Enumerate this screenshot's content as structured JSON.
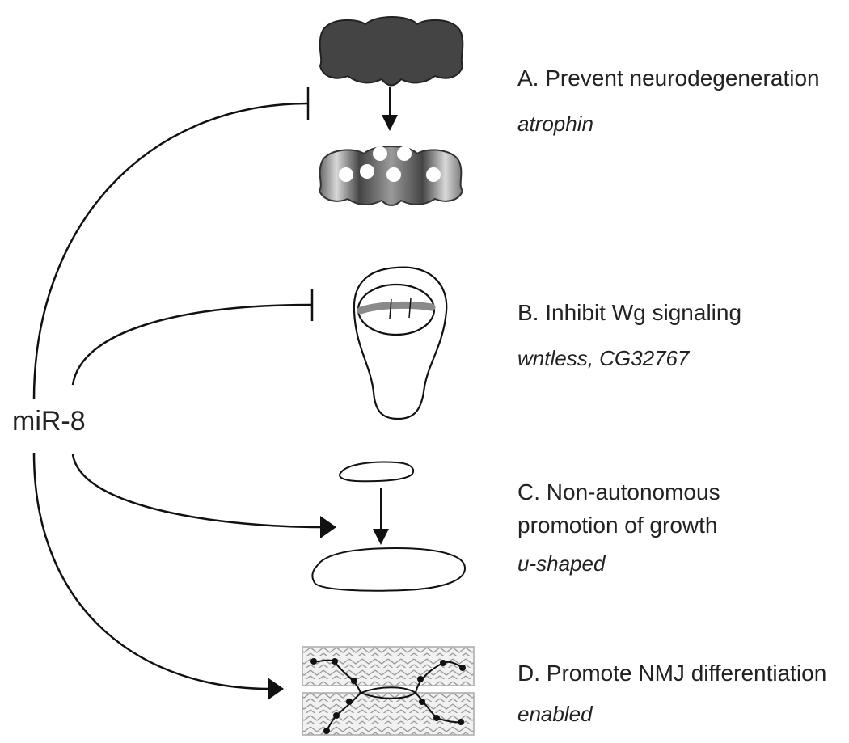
{
  "center": {
    "label": "miR-8"
  },
  "panels": [
    {
      "id": "A",
      "title": "A. Prevent neurodegeneration",
      "genes": "atrophin",
      "effect": "inhibit",
      "icon": "brain-icon"
    },
    {
      "id": "B",
      "title": "B. Inhibit Wg signaling",
      "genes": "wntless, CG32767",
      "effect": "inhibit",
      "icon": "wing-disc-icon"
    },
    {
      "id": "C",
      "title_lines": [
        "C. Non-autonomous",
        "promotion of growth"
      ],
      "genes": "u-shaped",
      "effect": "promote",
      "icon": "larva-icon"
    },
    {
      "id": "D",
      "title": "D. Promote NMJ differentiation",
      "genes": "enabled",
      "effect": "promote",
      "icon": "nmj-icon"
    }
  ],
  "colors": {
    "line": "#111111",
    "brain_healthy": "#444444",
    "disc_stripe": "#8a8a8a",
    "muscle_fill": "#e8e8e8"
  }
}
